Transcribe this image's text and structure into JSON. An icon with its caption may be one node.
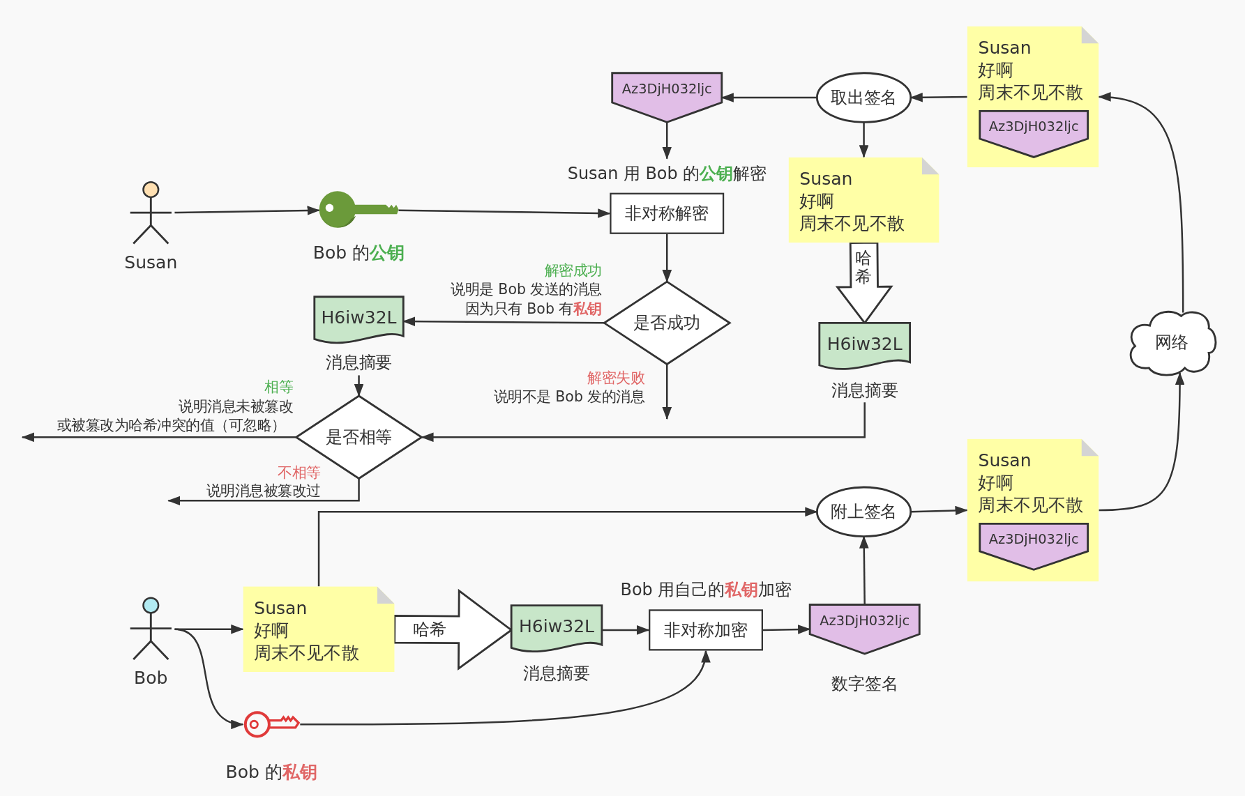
{
  "diagram": {
    "nodes": [
      {
        "text": [
          "Susan",
          "好啊",
          "周末不见不散"
        ]
      },
      {
        "text": [
          "Az3DjH032ljc"
        ],
        "in": 0
      },
      {
        "text": [
          "取出签名"
        ]
      },
      {
        "text": [
          "Az3DjH032ljc"
        ]
      },
      {
        "text": [
          "非对称解密"
        ],
        "beside": [
          "Susan 用 Bob 的**公钥**解密"
        ]
      },
      {
        "text": [
          "Susan",
          "好啊",
          "周末不见不散"
        ]
      },
      {
        "text": [
          "H6iw32L"
        ],
        "beside": [
          "消息摘要"
        ]
      },
      {
        "text": [
          "网络"
        ]
      },
      {
        "text": [
          "Susan"
        ]
      },
      {
        "text": [
          "Bob 的**公钥**"
        ]
      },
      {
        "text": [
          "是否成功"
        ]
      },
      {
        "text": [
          "H6iw32L"
        ],
        "beside": [
          "消息摘要"
        ]
      },
      {
        "text": [
          "是否相等"
        ]
      },
      {
        "text": [
          "附上签名"
        ]
      },
      {
        "text": [
          "Susan",
          "好啊",
          "周末不见不散"
        ]
      },
      {
        "text": [
          "Az3DjH032ljc"
        ],
        "in": 14
      },
      {
        "text": [
          "Bob"
        ]
      },
      {
        "text": [
          "Susan",
          "好啊",
          "周末不见不散"
        ]
      },
      {
        "text": [
          "H6iw32L"
        ],
        "beside": [
          "消息摘要"
        ]
      },
      {
        "text": [
          "非对称加密"
        ],
        "beside": [
          "Bob 用自己的**私钥**加密"
        ]
      },
      {
        "text": [
          "Az3DjH032ljc"
        ],
        "beside": [
          "数字签名"
        ]
      },
      {
        "text": [
          "Bob 的**私钥**"
        ]
      }
    ],
    "edges": [
      {
        "from": 8,
        "to": 9,
        "arrow": "to"
      },
      {
        "from": 9,
        "to": 4,
        "arrow": "to"
      },
      {
        "from": 0,
        "to": 2,
        "arrow": "to"
      },
      {
        "from": 2,
        "to": 3,
        "arrow": "to"
      },
      {
        "from": 2,
        "to": 5,
        "arrow": "to"
      },
      {
        "from": 3,
        "to": 4,
        "arrow": "to"
      },
      {
        "from": 4,
        "to": 10,
        "arrow": "to"
      },
      {
        "from": 10,
        "to": 11,
        "arrow": "to"
      },
      {
        "from": 10,
        "to": null,
        "arrow": "to"
      },
      {
        "from": 11,
        "to": 12,
        "arrow": "to"
      },
      {
        "from": 6,
        "to": 12,
        "arrow": "to"
      },
      {
        "from": 12,
        "to": null,
        "arrow": "to"
      },
      {
        "from": 12,
        "to": null,
        "arrow": "to"
      },
      {
        "from": 17,
        "to": 13,
        "arrow": "to"
      },
      {
        "from": 16,
        "to": 17,
        "arrow": "to"
      },
      {
        "from": 16,
        "to": 21,
        "arrow": "to"
      },
      {
        "from": 21,
        "to": 19,
        "arrow": "to"
      },
      {
        "from": 18,
        "to": 19,
        "arrow": "to"
      },
      {
        "from": 19,
        "to": 20,
        "arrow": "to"
      },
      {
        "from": 20,
        "to": 13,
        "arrow": "to"
      },
      {
        "from": 13,
        "to": 14,
        "arrow": "to"
      },
      {
        "from": 14,
        "to": 7,
        "arrow": "to"
      },
      {
        "from": 7,
        "to": 0,
        "arrow": "to"
      },
      {
        "from": 5,
        "to": 6,
        "arrow": "to",
        "label": "哈希",
        "style": "thick"
      },
      {
        "from": 17,
        "to": 18,
        "arrow": "to",
        "label": "哈希",
        "style": "thick"
      }
    ],
    "labels": [
      "解密成功",
      "说明是 Bob 发送的消息",
      "因为只有 Bob 有**私钥**",
      "解密失败",
      "说明不是 Bob 发的消息",
      "相等",
      "说明消息未被篡改",
      "或被篡改为哈希冲突的值（可忽略）",
      "不相等",
      "说明消息被篡改过"
    ]
  }
}
